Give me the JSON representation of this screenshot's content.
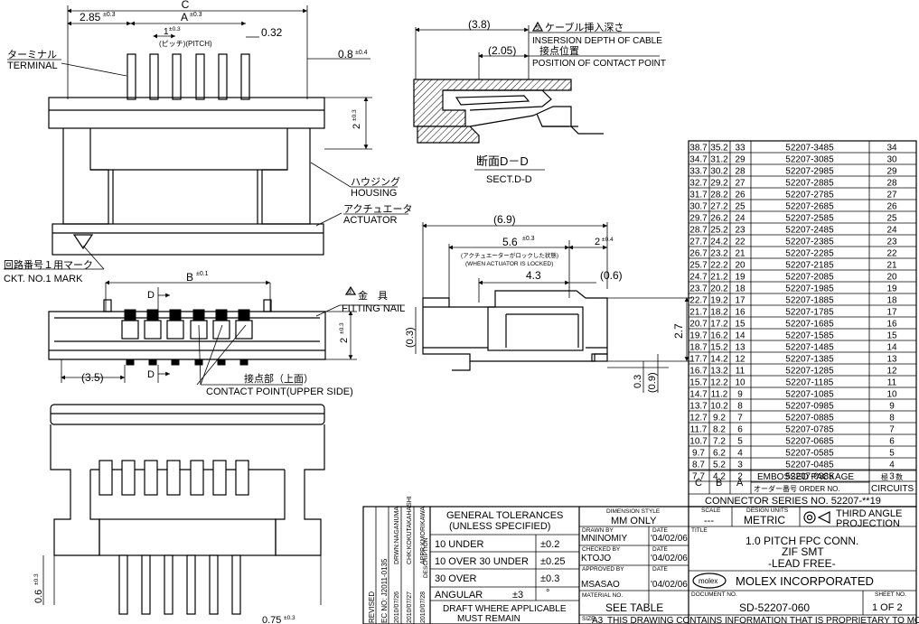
{
  "dims": {
    "c": "C",
    "a": "A",
    "a_tol": "±0.3",
    "left_offset": "2.85",
    "left_offset_tol": "±0.3",
    "one": "1",
    "one_tol": "±0.3",
    "pitch": "(ピッチ)(PITCH)",
    "w032": "0.32",
    "w08": "0.8",
    "w08_tol": "±0.4",
    "h2": "2",
    "h2_tol": "±0.3",
    "b": "B",
    "b_tol": "±0.1",
    "d": "D",
    "h2b": "2",
    "h2b_tol": "±0.3",
    "w35": "(3.5)",
    "w38": "(3.8)",
    "w205": "(2.05)",
    "w69": "(6.9)",
    "w56": "5.6",
    "w56_tol": "±0.3",
    "w2b": "2",
    "w2b_tol": "±0.4",
    "w43": "4.3",
    "w06": "(0.6)",
    "h03": "(0.3)",
    "h27": "2.7",
    "h03b": "0.3",
    "h09": "(0.9)",
    "h06": "0.6",
    "h06_tol": "±0.3",
    "w075": "0.75",
    "w075_tol": "±0.3"
  },
  "labels": {
    "terminal_jp": "ターミナル",
    "terminal_en": "TERMINAL",
    "housing_jp": "ハウジング",
    "housing_en": "HOUSING",
    "actuator_jp": "アクチュエータ",
    "actuator_en": "ACTUATOR",
    "ckt_jp": "回路番号１用マーク",
    "ckt_en": "CKT. NO.1 MARK",
    "fitting_num": "3",
    "fitting_jp": "金　具",
    "fitting_en": "FITTING NAIL",
    "contact_jp": "接点部（上面）",
    "contact_en": "CONTACT POINT(UPPER SIDE)",
    "insert_num": "5",
    "insert_jp": "ケーブル挿入深さ",
    "insert_en": "INSERSION DEPTH OF CABLE",
    "pos_jp": "接点位置",
    "pos_en": "POSITION OF CONTACT POINT",
    "sect_jp": "断面D－D",
    "sect_en": "SECT.D-D",
    "locked_jp": "(アクチュエーターがロックした状態)",
    "locked_en": "(WHEN ACTUATOR IS LOCKED)"
  },
  "series_table": {
    "rows": [
      [
        "38.7",
        "35.2",
        "33",
        "52207-3485",
        "34"
      ],
      [
        "34.7",
        "31.2",
        "29",
        "52207-3085",
        "30"
      ],
      [
        "33.7",
        "30.2",
        "28",
        "52207-2985",
        "29"
      ],
      [
        "32.7",
        "29.2",
        "27",
        "52207-2885",
        "28"
      ],
      [
        "31.7",
        "28.2",
        "26",
        "52207-2785",
        "27"
      ],
      [
        "30.7",
        "27.2",
        "25",
        "52207-2685",
        "26"
      ],
      [
        "29.7",
        "26.2",
        "24",
        "52207-2585",
        "25"
      ],
      [
        "28.7",
        "25.2",
        "23",
        "52207-2485",
        "24"
      ],
      [
        "27.7",
        "24.2",
        "22",
        "52207-2385",
        "23"
      ],
      [
        "26.7",
        "23.2",
        "21",
        "52207-2285",
        "22"
      ],
      [
        "25.7",
        "22.2",
        "20",
        "52207-2185",
        "21"
      ],
      [
        "24.7",
        "21.2",
        "19",
        "52207-2085",
        "20"
      ],
      [
        "23.7",
        "20.2",
        "18",
        "52207-1985",
        "19"
      ],
      [
        "22.7",
        "19.2",
        "17",
        "52207-1885",
        "18"
      ],
      [
        "21.7",
        "18.2",
        "16",
        "52207-1785",
        "17"
      ],
      [
        "20.7",
        "17.2",
        "15",
        "52207-1685",
        "16"
      ],
      [
        "19.7",
        "16.2",
        "14",
        "52207-1585",
        "15"
      ],
      [
        "18.7",
        "15.2",
        "13",
        "52207-1485",
        "14"
      ],
      [
        "17.7",
        "14.2",
        "12",
        "52207-1385",
        "13"
      ],
      [
        "16.7",
        "13.2",
        "11",
        "52207-1285",
        "12"
      ],
      [
        "15.7",
        "12.2",
        "10",
        "52207-1185",
        "11"
      ],
      [
        "14.7",
        "11.2",
        "9",
        "52207-1085",
        "10"
      ],
      [
        "13.7",
        "10.2",
        "8",
        "52207-0985",
        "9"
      ],
      [
        "12.7",
        "9.2",
        "7",
        "52207-0885",
        "8"
      ],
      [
        "11.7",
        "8.2",
        "6",
        "52207-0785",
        "7"
      ],
      [
        "10.7",
        "7.2",
        "5",
        "52207-0685",
        "6"
      ],
      [
        "9.7",
        "6.2",
        "4",
        "52207-0585",
        "5"
      ],
      [
        "8.7",
        "5.2",
        "3",
        "52207-0485",
        "4"
      ],
      [
        "7.7",
        "4.2",
        "2",
        "52207-0385",
        "3"
      ]
    ],
    "hdr_c": "C",
    "hdr_b": "B",
    "hdr_a": "A",
    "hdr_pkg": "EMBOSSED PACKAGE",
    "hdr_order": "オーダー番号 ORDER NO.",
    "hdr_circ_jp": "極　数",
    "hdr_circ": "CIRCUITS",
    "series": "CONNECTOR SERIES NO.  52207-**19"
  },
  "title_block": {
    "revised": "REVISED",
    "ec": "EC NO: J2011-0135",
    "drwn": "DRWN:NAGANUMA",
    "chk": "CHK:KOKUTAKAHASHI",
    "appr": "APPR:KMORIKAWA",
    "date1": "2010/07/26",
    "date2": "2010/07/27",
    "date3": "2010/07/28",
    "desc": "DESCRIPTION",
    "gen_tol": "GENERAL TOLERANCES",
    "unless": "(UNLESS SPECIFIED)",
    "tol_rows": [
      {
        "label": "10 UNDER",
        "val": "±0.2"
      },
      {
        "label": "10 OVER  30 UNDER",
        "val": "±0.25"
      },
      {
        "label": "30 OVER",
        "val": "±0.3"
      }
    ],
    "angular": "ANGULAR",
    "angular_val": "±3",
    "deg": "°",
    "draft1": "DRAFT WHERE APPLICABLE",
    "draft2": "MUST REMAIN",
    "dim_style_h": "DIMENSION STYLE",
    "dim_style": "MM ONLY",
    "drawn_by_h": "DRAWN BY",
    "drawn_by": "MNINOMIY",
    "checked_by_h": "CHECKED BY",
    "checked_by": "KTOJO",
    "approved_by_h": "APPROVED BY",
    "approved_by": "MSASAO",
    "date_h": "DATE",
    "date_v": "'04/02/06",
    "material_h": "MATERIAL NO.",
    "material": "SEE TABLE",
    "scale_h": "SCALE",
    "scale": "---",
    "units_h": "DESIGN UNITS",
    "units": "METRIC",
    "third1": "THIRD ANGLE",
    "third2": "PROJECTION",
    "title_h": "TITLE",
    "title1": "1.0 PITCH FPC CONN.",
    "title2": "ZIF SMT",
    "title3": "-LEAD FREE-",
    "molex_logo": "molex",
    "company": "MOLEX INCORPORATED",
    "doc_h": "DOCUMENT NO.",
    "doc_no": "SD-52207-060",
    "sheet_h": "SHEET NO.",
    "sheet": "1 OF 2",
    "size_h": "SIZE",
    "size": "A3",
    "prop": "THIS DRAWING CONTAINS INFORMATION THAT IS PROPRIETARY TO MOLEX"
  }
}
